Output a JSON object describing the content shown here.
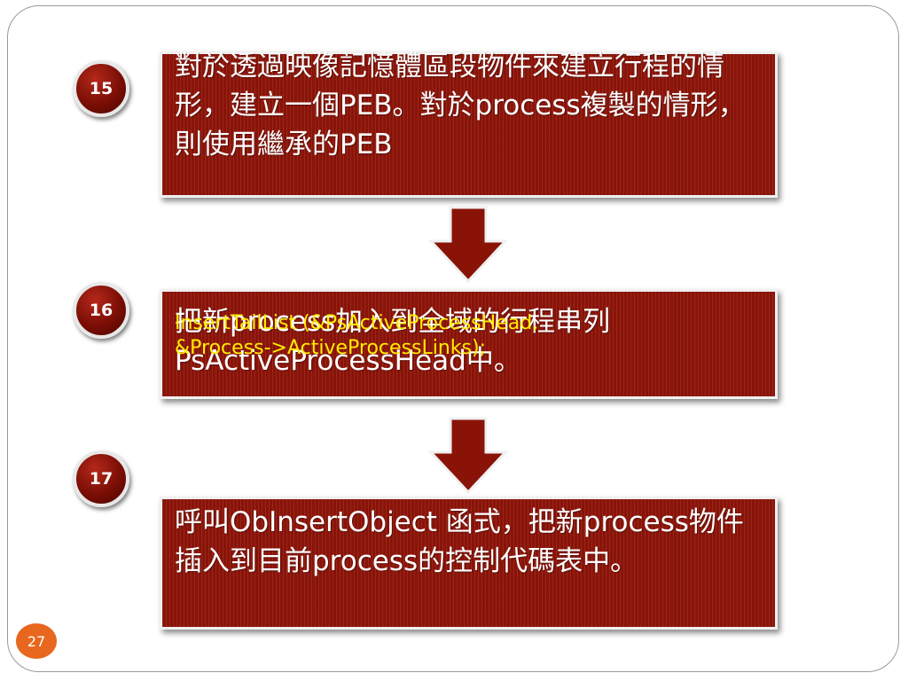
{
  "steps": [
    {
      "number": "15",
      "text": "對於透過映像記憶體區段物件來建立行程的情形，建立一個PEB。對於process複製的情形，則使用繼承的PEB"
    },
    {
      "number": "16",
      "text": "把新process加入到全域的行程串列PsActiveProcessHead中。",
      "overlay": "InsertTailList (&PsActiveProcessHead,\n&Process->ActiveProcessLinks);"
    },
    {
      "number": "17",
      "text": "呼叫ObInsertObject 函式，把新process物件插入到目前process的控制代碼表中。"
    }
  ],
  "page_number": "27",
  "colors": {
    "box": "#8a1308",
    "overlay_text": "#ffee00",
    "page_badge": "#e8671e"
  }
}
